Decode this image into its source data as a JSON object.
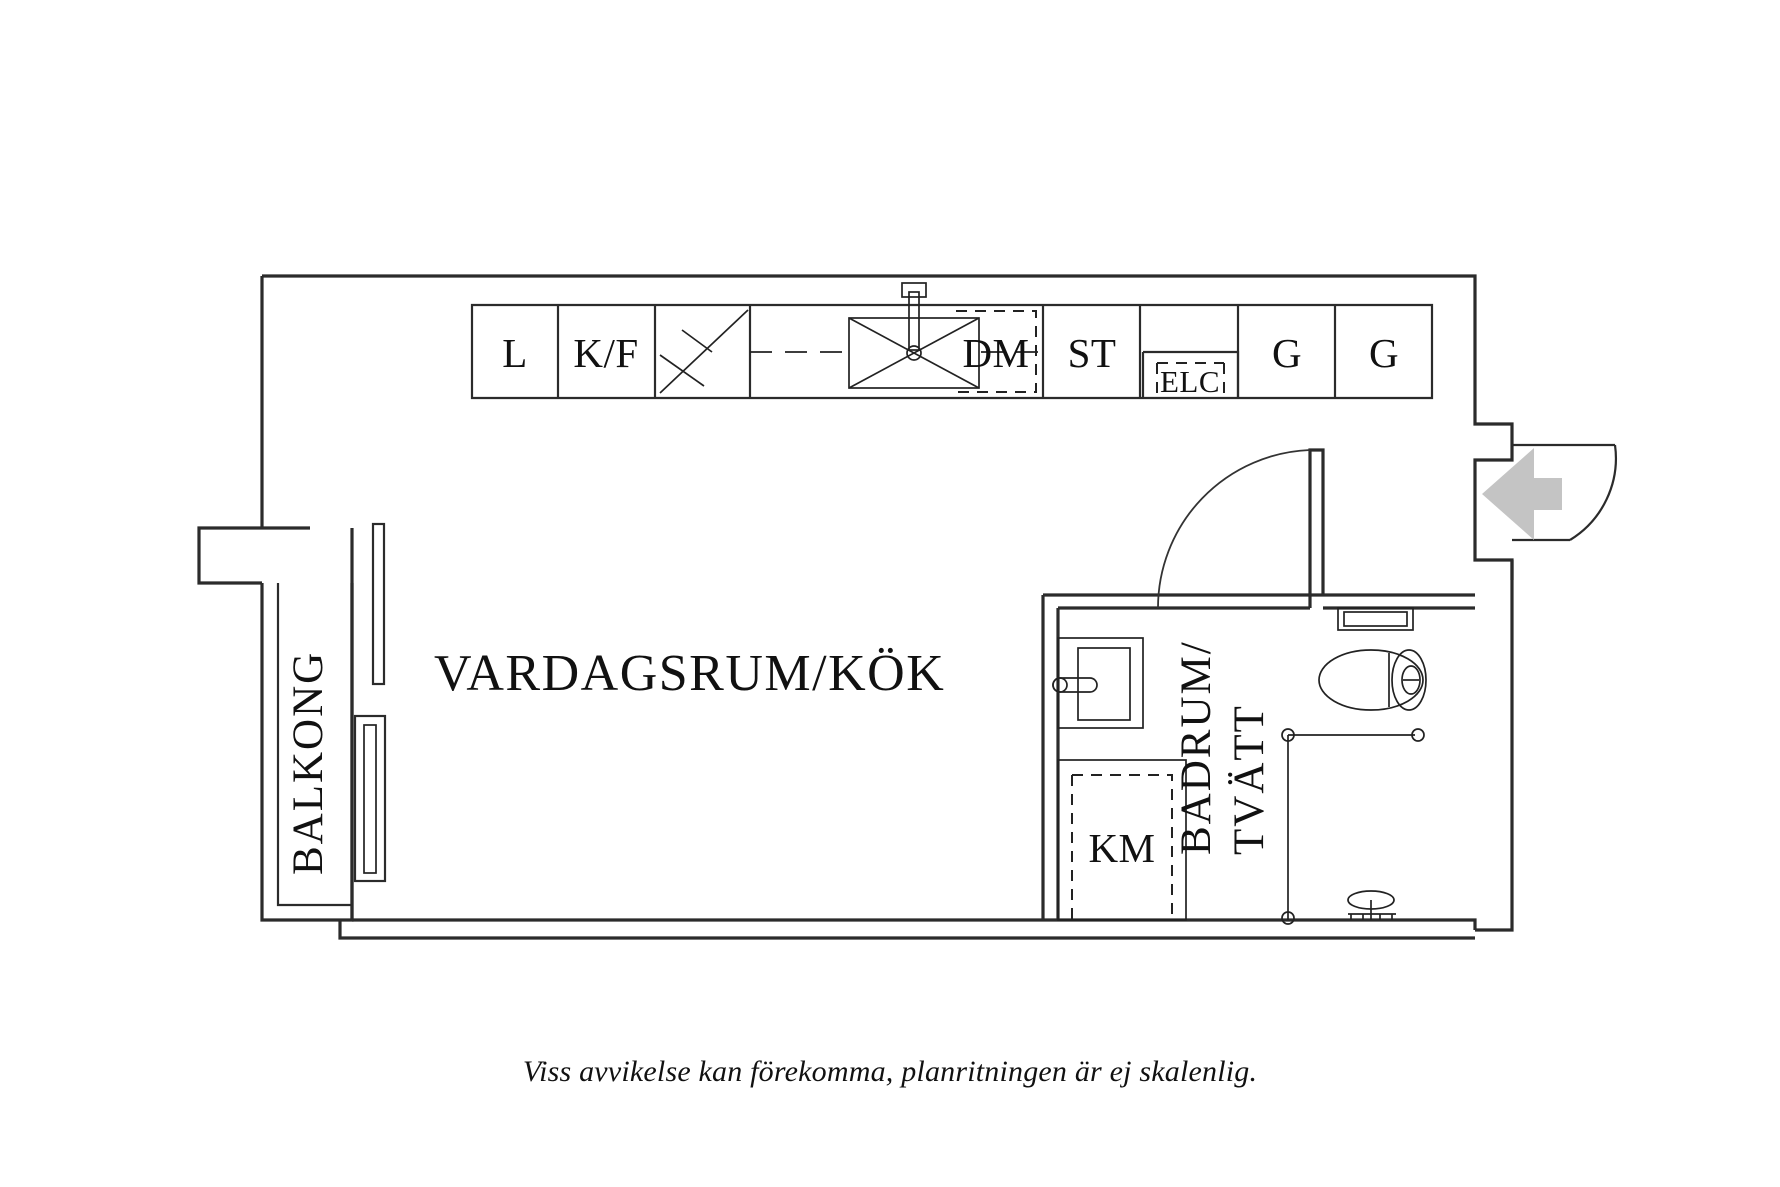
{
  "document": {
    "type": "floor-plan",
    "language": "sv",
    "disclaimer": "Viss avvikelse kan förekomma, planritningen är ej skalenlig."
  },
  "rooms": [
    {
      "id": "living-kitchen",
      "label": "VARDAGSRUM/KÖK",
      "orientation": "horizontal"
    },
    {
      "id": "bathroom-laundry",
      "label_line1": "BADRUM/",
      "label_line2": "TVÄTT",
      "orientation": "vertical"
    },
    {
      "id": "balcony",
      "label": "BALKONG",
      "orientation": "vertical"
    }
  ],
  "kitchen_units": [
    {
      "id": "unit-l",
      "label": "L",
      "note": "larder-cabinet"
    },
    {
      "id": "unit-kf",
      "label": "K/F",
      "note": "fridge-freezer"
    },
    {
      "id": "unit-hob",
      "label": "",
      "note": "hob-cooktop"
    },
    {
      "id": "unit-worktop",
      "label": "",
      "note": "worktop"
    },
    {
      "id": "unit-sink",
      "label": "",
      "note": "kitchen-sink"
    },
    {
      "id": "unit-dm",
      "label": "DM",
      "note": "dishwasher"
    },
    {
      "id": "unit-st",
      "label": "ST",
      "note": "cleaning-cupboard"
    },
    {
      "id": "unit-elc",
      "label": "ELC",
      "note": "electrical-central"
    },
    {
      "id": "unit-g1",
      "label": "G",
      "note": "wardrobe"
    },
    {
      "id": "unit-g2",
      "label": "G",
      "note": "wardrobe"
    }
  ],
  "bathroom_fixtures": [
    {
      "id": "fixture-km",
      "label": "KM",
      "note": "combi-washer-dryer"
    },
    {
      "id": "fixture-washbasin",
      "label": "",
      "note": "wash-basin-with-tap"
    },
    {
      "id": "fixture-toilet",
      "label": "",
      "note": "wc-toilet"
    },
    {
      "id": "fixture-shower",
      "label": "",
      "note": "shower-rail-and-drain"
    },
    {
      "id": "fixture-mirror",
      "label": "",
      "note": "mirror-cabinet"
    }
  ],
  "markers": [
    {
      "id": "entrance",
      "label": "",
      "note": "entrance-door-with-arrow",
      "color": "#c4c4c4"
    }
  ],
  "colors": {
    "wall": "#2b2b2b",
    "fixture": "#222222",
    "arrow": "#c4c4c4",
    "text": "#111111",
    "background": "#ffffff"
  }
}
